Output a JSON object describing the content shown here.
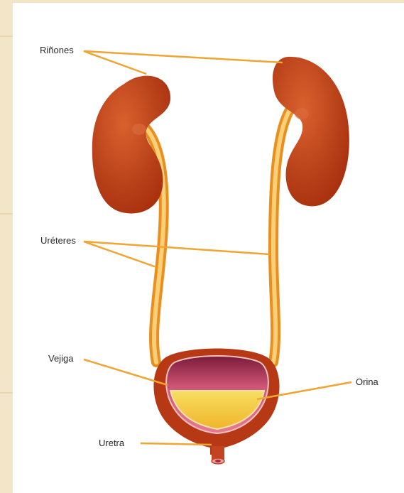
{
  "labels": {
    "kidneys": "Riñones",
    "ureters": "Uréteres",
    "bladder": "Vejiga",
    "urine": "Orina",
    "urethra": "Uretra"
  },
  "colors": {
    "kidney": "#b83a12",
    "kidney_highlight": "#d2582a",
    "ureter": "#f2a531",
    "ureter_light": "#f9cc70",
    "bladder_wall": "#b63814",
    "bladder_inner": "#d65a78",
    "urine": "#f5cf43",
    "leader_line": "#f0a432",
    "page_bg": "#f3e6c8"
  }
}
